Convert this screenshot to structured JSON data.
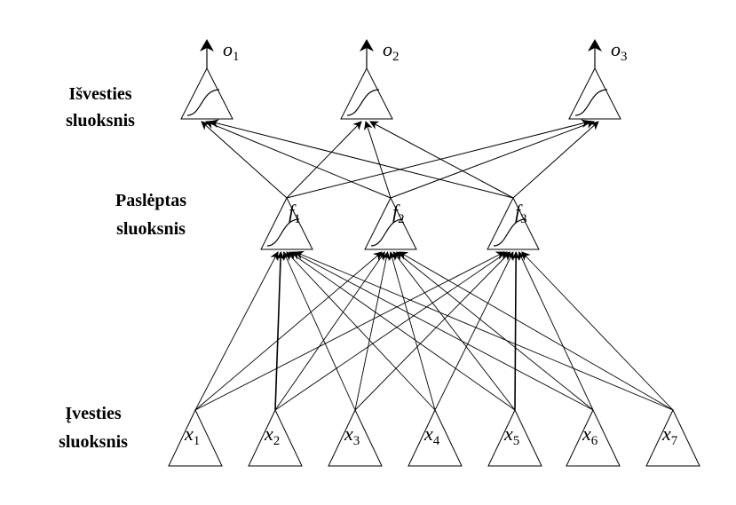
{
  "layers": {
    "output": {
      "label_line1": "Išvesties",
      "label_line2": "sluoksnis",
      "nodes": [
        {
          "name": "o",
          "sub": "1"
        },
        {
          "name": "o",
          "sub": "2"
        },
        {
          "name": "o",
          "sub": "3"
        }
      ]
    },
    "hidden": {
      "label_line1": "Paslėptas",
      "label_line2": "sluoksnis",
      "nodes": [
        {
          "name": "f",
          "sub": "1"
        },
        {
          "name": "f",
          "sub": "2"
        },
        {
          "name": "f",
          "sub": "3"
        }
      ]
    },
    "input": {
      "label_line1": "Įvesties",
      "label_line2": "sluoksnis",
      "nodes": [
        {
          "name": "x",
          "sub": "1"
        },
        {
          "name": "x",
          "sub": "2"
        },
        {
          "name": "x",
          "sub": "3"
        },
        {
          "name": "x",
          "sub": "4"
        },
        {
          "name": "x",
          "sub": "5"
        },
        {
          "name": "x",
          "sub": "6"
        },
        {
          "name": "x",
          "sub": "7"
        }
      ]
    }
  },
  "connectivity": "fully-connected",
  "activation_icon": "sigmoid-curve",
  "colors": {
    "line": "#000000",
    "background": "#ffffff"
  }
}
